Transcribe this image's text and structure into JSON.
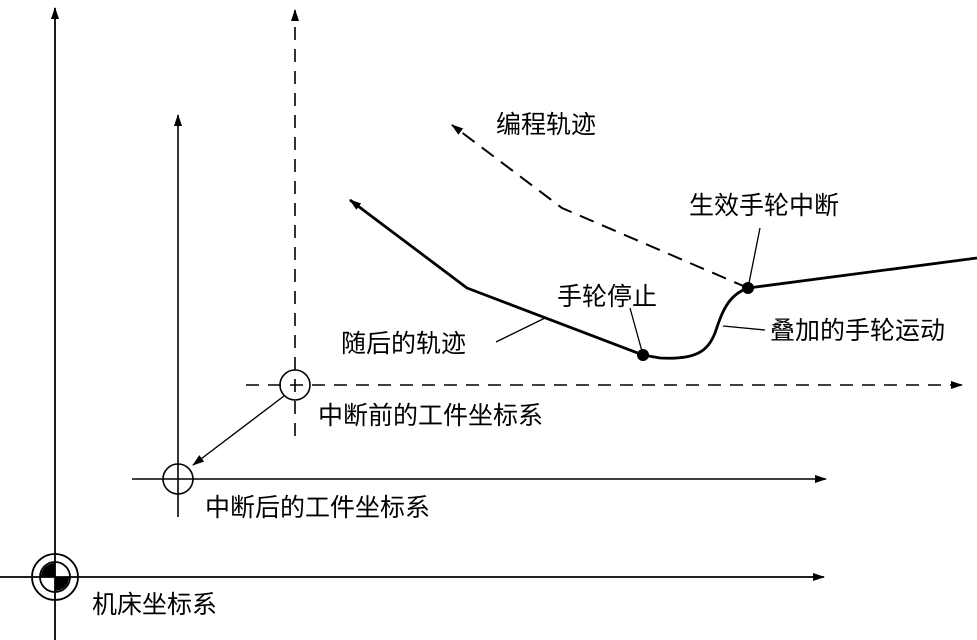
{
  "labels": {
    "programmed_path": "编程轨迹",
    "effective_handwheel_interrupt": "生效手轮中断",
    "handwheel_stop": "手轮停止",
    "superimposed_handwheel_motion": "叠加的手轮运动",
    "subsequent_path": "随后的轨迹",
    "wcs_before_interrupt": "中断前的工件坐标系",
    "wcs_after_interrupt": "中断后的工件坐标系",
    "machine_coordinate_system": "机床坐标系"
  },
  "colors": {
    "stroke": "#000000",
    "background": "#ffffff"
  }
}
